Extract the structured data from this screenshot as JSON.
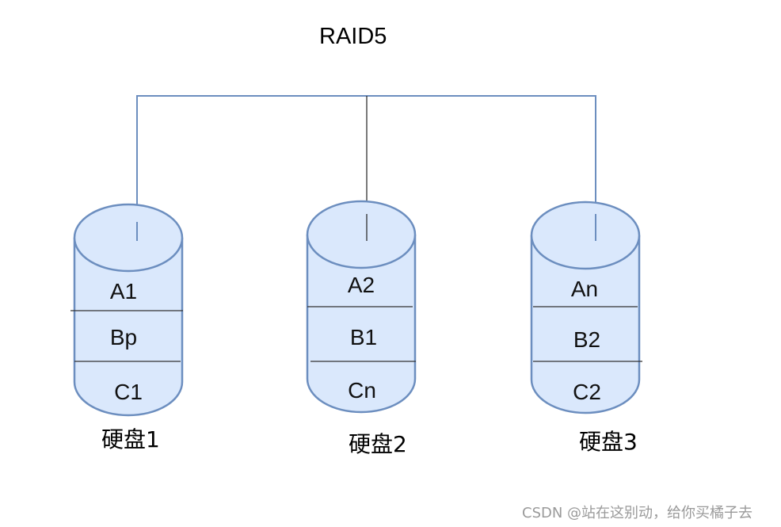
{
  "title": "RAID5",
  "colors": {
    "disk_fill": "#dae8fc",
    "disk_stroke": "#6c8ebf",
    "connector_stroke": "#6c8ebf",
    "divider": "#333333"
  },
  "disks": [
    {
      "label": "硬盘1",
      "segments": [
        "A1",
        "Bp",
        "C1"
      ]
    },
    {
      "label": "硬盘2",
      "segments": [
        "A2",
        "B1",
        "Cn"
      ]
    },
    {
      "label": "硬盘3",
      "segments": [
        "An",
        "B2",
        "C2"
      ]
    }
  ],
  "watermark": "CSDN @站在这别动，给你买橘子去"
}
